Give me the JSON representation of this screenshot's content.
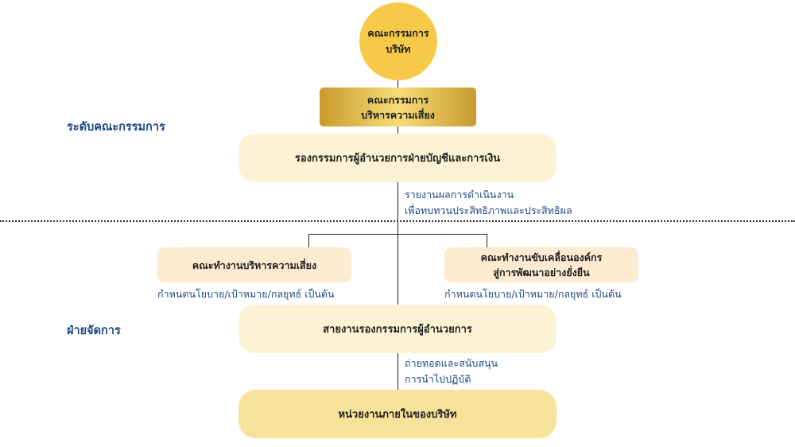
{
  "sections": {
    "board_level": "ระดับคณะกรรมการ",
    "management": "ฝ่ายจัดการ"
  },
  "nodes": {
    "company_board": "คณะกรรมการ\nบริษัท",
    "risk_committee": "คณะกรรมการ\nบริหารความเสี่ยง",
    "deputy_md": "รองกรรมการผู้อำนวยการฝ่ายบัญชีและการเงิน",
    "risk_working_group": "คณะทำงานบริหารความเสี่ยง",
    "sustainability_working_group": "คณะทำงานขับเคลื่อนองค์กร\nสู่การพัฒนาอย่างยั่งยืน",
    "md_office": "สายงานรองกรรมการผู้อำนวยการ",
    "company_units": "หน่วยงานภายในของบริษัท"
  },
  "notes": {
    "report_line1": "รายงานผลการดำเนินงาน",
    "report_line2": "เพื่อทบทวนประสิทธิภาพและประสิทธิผล",
    "policy_left": "กำหนดนโยบาย/เป้าหมาย/กลยุทธ์ เป็นต้น",
    "policy_right": "กำหนดนโยบาย/เป้าหมาย/กลยุทธ์ เป็นต้น",
    "implement_line1": "ถ่ายทอดและสนับสนุน",
    "implement_line2": "การนำไปปฏิบัติ"
  },
  "colors": {
    "circle": "#f7c948",
    "gold_gradient": "#c89a2a",
    "cream": "#fdf3d4",
    "peach": "#fdebd1",
    "strong": "#f7e29a",
    "label_blue": "#1d4a86"
  }
}
